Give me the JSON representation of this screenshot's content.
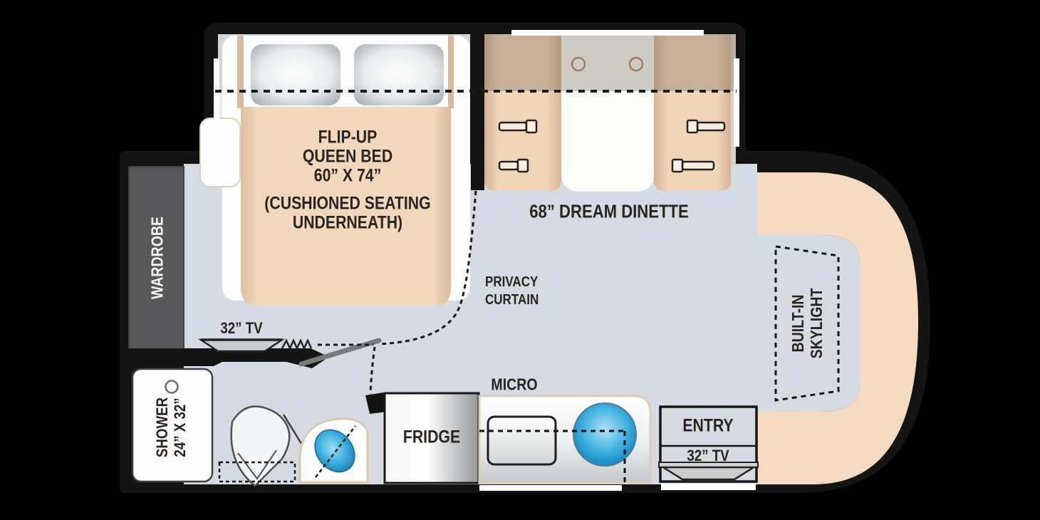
{
  "floorplan": {
    "title": "RV floor plan",
    "labels": {
      "bed_line1": "FLIP-UP",
      "bed_line2": "QUEEN BED",
      "bed_line3": "60” X 74”",
      "bed_note1": "(CUSHIONED SEATING",
      "bed_note2": "UNDERNEATH)",
      "dinette": "68” DREAM DINETTE",
      "wardrobe": "WARDROBE",
      "privacy1": "PRIVACY",
      "privacy2": "CURTAIN",
      "bedroom_tv": "32” TV",
      "shower1": "SHOWER",
      "shower2": "24” X 32”",
      "micro": "MICRO",
      "fridge": "FRIDGE",
      "entry": "ENTRY",
      "entry_tv": "32” TV",
      "skylight1": "BUILT-IN",
      "skylight2": "SKYLIGHT"
    },
    "colors": {
      "wall": "#141414",
      "floor": "#d4dbe3",
      "bed_tan": "#f1d7bc",
      "seat_tan": "#eed2b6",
      "cab_tan": "#f3dac0",
      "wardrobe_gray": "#58585a",
      "sink_blue": "#2b9fd6",
      "text": "#29241f",
      "window_white": "#ffffff"
    }
  }
}
